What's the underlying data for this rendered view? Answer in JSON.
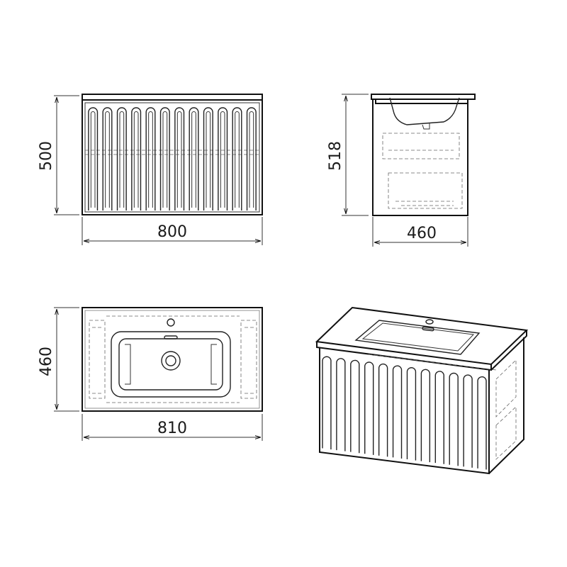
{
  "views": {
    "front": {
      "width_label": "800",
      "height_label": "500"
    },
    "side": {
      "height_label": "518",
      "depth_label": "460"
    },
    "top": {
      "width_label": "810",
      "depth_label": "460"
    },
    "iso": {}
  }
}
